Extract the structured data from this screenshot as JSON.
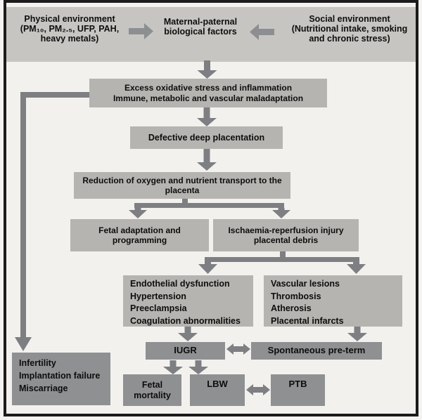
{
  "figure": {
    "top_band": {
      "physical": "Physical environment\n(PM₁₀, PM₂.₅, UFP, PAH,\nheavy metals)",
      "maternal": "Maternal-paternal\nbiological factors",
      "social": "Social environment\n(Nutritional intake, smoking\nand chronic stress)"
    },
    "boxes": {
      "excess": "Excess oxidative stress and inflammation\nImmune, metabolic and vascular maladaptation",
      "defective": "Defective deep placentation",
      "reduction": "Reduction of oxygen and nutrient transport to the\nplacenta",
      "fetal_adaptation": "Fetal adaptation and\nprogramming",
      "ischaemia": "Ischaemia-reperfusion injury\nplacental debris",
      "endothelial": "Endothelial dysfunction\nHypertension\nPreeclampsia\nCoagulation abnormalities",
      "vascular": "Vascular lesions\nThrombosis\nAtherosis\nPlacental infarcts",
      "iugr": "IUGR",
      "spontaneous": "Spontaneous pre-term",
      "infertility": "Infertility\nImplantation failure\nMiscarriage",
      "fetal_mortality": "Fetal\nmortality",
      "lbw": "LBW",
      "ptb": "PTB"
    },
    "colors": {
      "page_bg": "#f2f1ee",
      "frame_border": "#1b1b1b",
      "band_bg": "#c6c5c2",
      "box_bg": "#b5b4b1",
      "dark_box_bg": "#8f9092",
      "arrow": "#7e7f83",
      "text": "#0d0d0d"
    }
  }
}
